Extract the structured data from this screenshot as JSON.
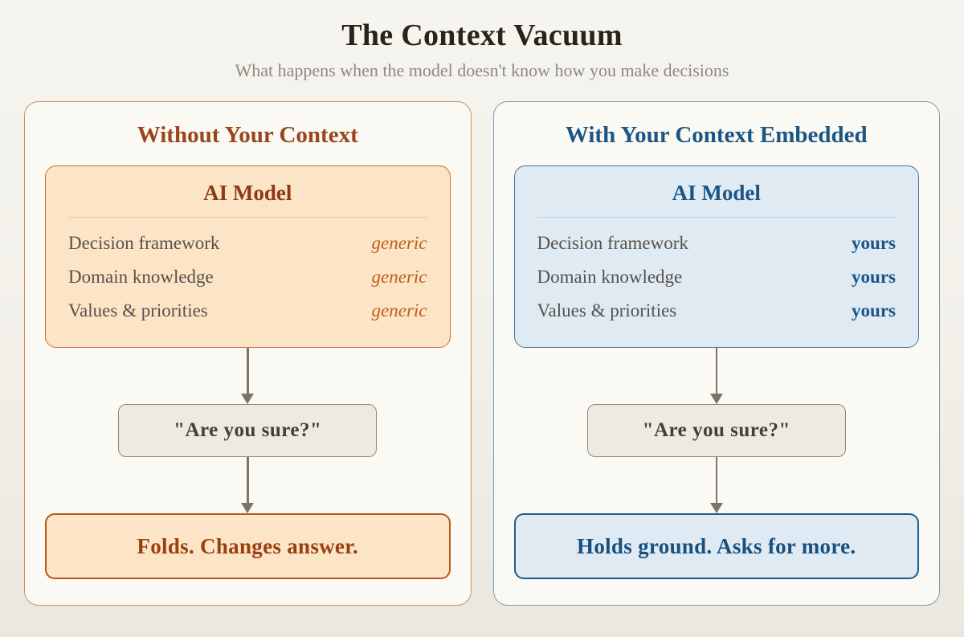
{
  "header": {
    "title": "The Context Vacuum",
    "subtitle": "What happens when the model doesn't know how you make decisions"
  },
  "panels": [
    {
      "title": "Without Your Context",
      "model": {
        "title": "AI Model",
        "rows": [
          {
            "label": "Decision framework",
            "value": "generic"
          },
          {
            "label": "Domain knowledge",
            "value": "generic"
          },
          {
            "label": "Values & priorities",
            "value": "generic"
          }
        ]
      },
      "challenge": "\"Are you sure?\"",
      "outcome": "Folds. Changes answer."
    },
    {
      "title": "With Your Context Embedded",
      "model": {
        "title": "AI Model",
        "rows": [
          {
            "label": "Decision framework",
            "value": "yours"
          },
          {
            "label": "Domain knowledge",
            "value": "yours"
          },
          {
            "label": "Values & priorities",
            "value": "yours"
          }
        ]
      },
      "challenge": "\"Are you sure?\"",
      "outcome": "Holds ground. Asks for more."
    }
  ],
  "colors": {
    "page_background": "#f2f0e9",
    "panel_background": "#fbf9f4",
    "orange_accent": "#b45a1e",
    "orange_title": "#9a441c",
    "orange_card_bg": "#fce4c7",
    "orange_card_border": "#c4713a",
    "orange_value": "#c05e1f",
    "blue_accent": "#1d5c8c",
    "blue_title": "#1b5584",
    "blue_card_bg": "#dfeaf3",
    "blue_card_border": "#46759f",
    "neutral_box_bg": "#edeae0",
    "neutral_box_border": "#8e897b",
    "arrow": "#7c7567",
    "label_text": "#57514a"
  }
}
